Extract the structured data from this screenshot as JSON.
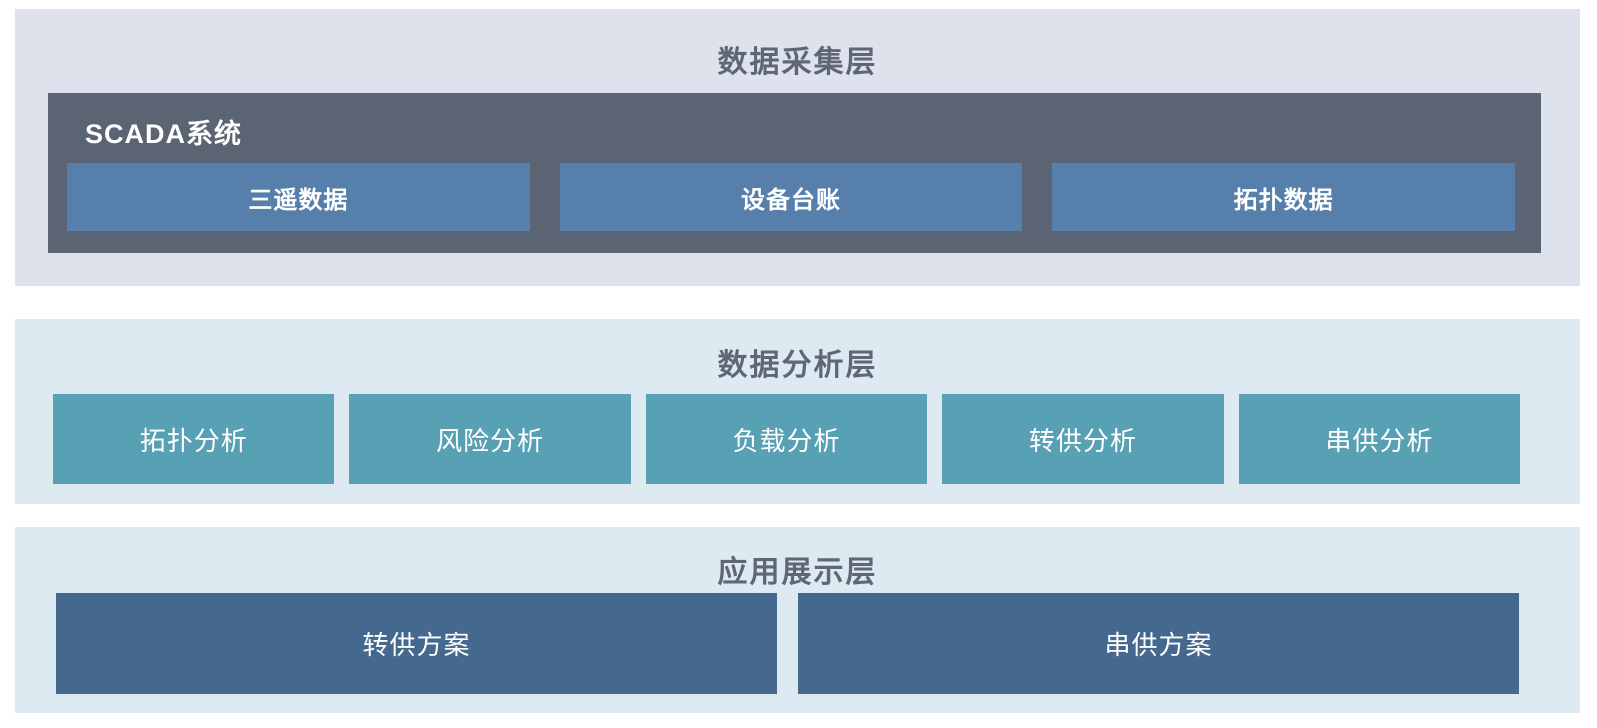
{
  "layers": [
    {
      "title": "数据采集层",
      "scada": {
        "label": "SCADA系统",
        "boxes": [
          "三遥数据",
          "设备台账",
          "拓扑数据"
        ]
      }
    },
    {
      "title": "数据分析层",
      "boxes": [
        "拓扑分析",
        "风险分析",
        "负载分析",
        "转供分析",
        "串供分析"
      ]
    },
    {
      "title": "应用展示层",
      "boxes": [
        "转供方案",
        "串供方案"
      ]
    }
  ],
  "colors": {
    "page_bg": "#ffffff",
    "collect_layer_bg": "#dde2ec",
    "analysis_layer_bg": "#deeaf2",
    "app_layer_bg": "#deeaf2",
    "scada_bg": "#5b6473",
    "data_box_bg": "#567fac",
    "analysis_box_bg": "#58a0b4",
    "app_box_bg": "#45688f",
    "title_text": "#5f6775",
    "box_text": "#ffffff"
  }
}
